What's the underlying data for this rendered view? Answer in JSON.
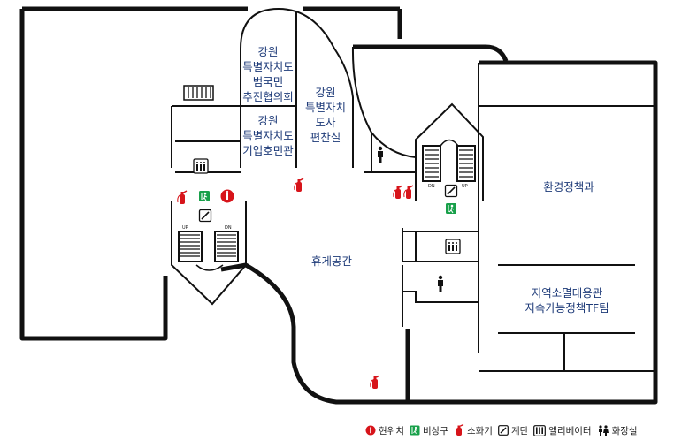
{
  "rooms": {
    "gangwon_korean_council": [
      "강원",
      "특별자치도",
      "범국민",
      "추진협의회"
    ],
    "gangwon_enterprise_office": [
      "강원",
      "특별자치도",
      "기업호민관"
    ],
    "gangwon_history_office": [
      "강원",
      "특별자치",
      "도사",
      "편찬실"
    ],
    "environment_policy": [
      "환경정책과"
    ],
    "climate_tf": [
      "지역소멸대응관",
      "지속가능정책TF팀"
    ],
    "lounge": [
      "휴게공간"
    ]
  },
  "stair_labels": {
    "up": "UP",
    "down": "DN"
  },
  "legend": [
    {
      "icon": "current-location-icon",
      "label": "현위치"
    },
    {
      "icon": "emergency-exit-icon",
      "label": "비상구"
    },
    {
      "icon": "fire-extinguisher-icon",
      "label": "소화기"
    },
    {
      "icon": "stairs-icon",
      "label": "계단"
    },
    {
      "icon": "elevator-icon",
      "label": "엘리베이터"
    },
    {
      "icon": "restroom-icon",
      "label": "화장실"
    }
  ],
  "colors": {
    "wall": "#111111",
    "text": "#1d3a78",
    "current_location": "#d7141a",
    "exit": "#18a04a",
    "extinguisher": "#d7141a"
  }
}
